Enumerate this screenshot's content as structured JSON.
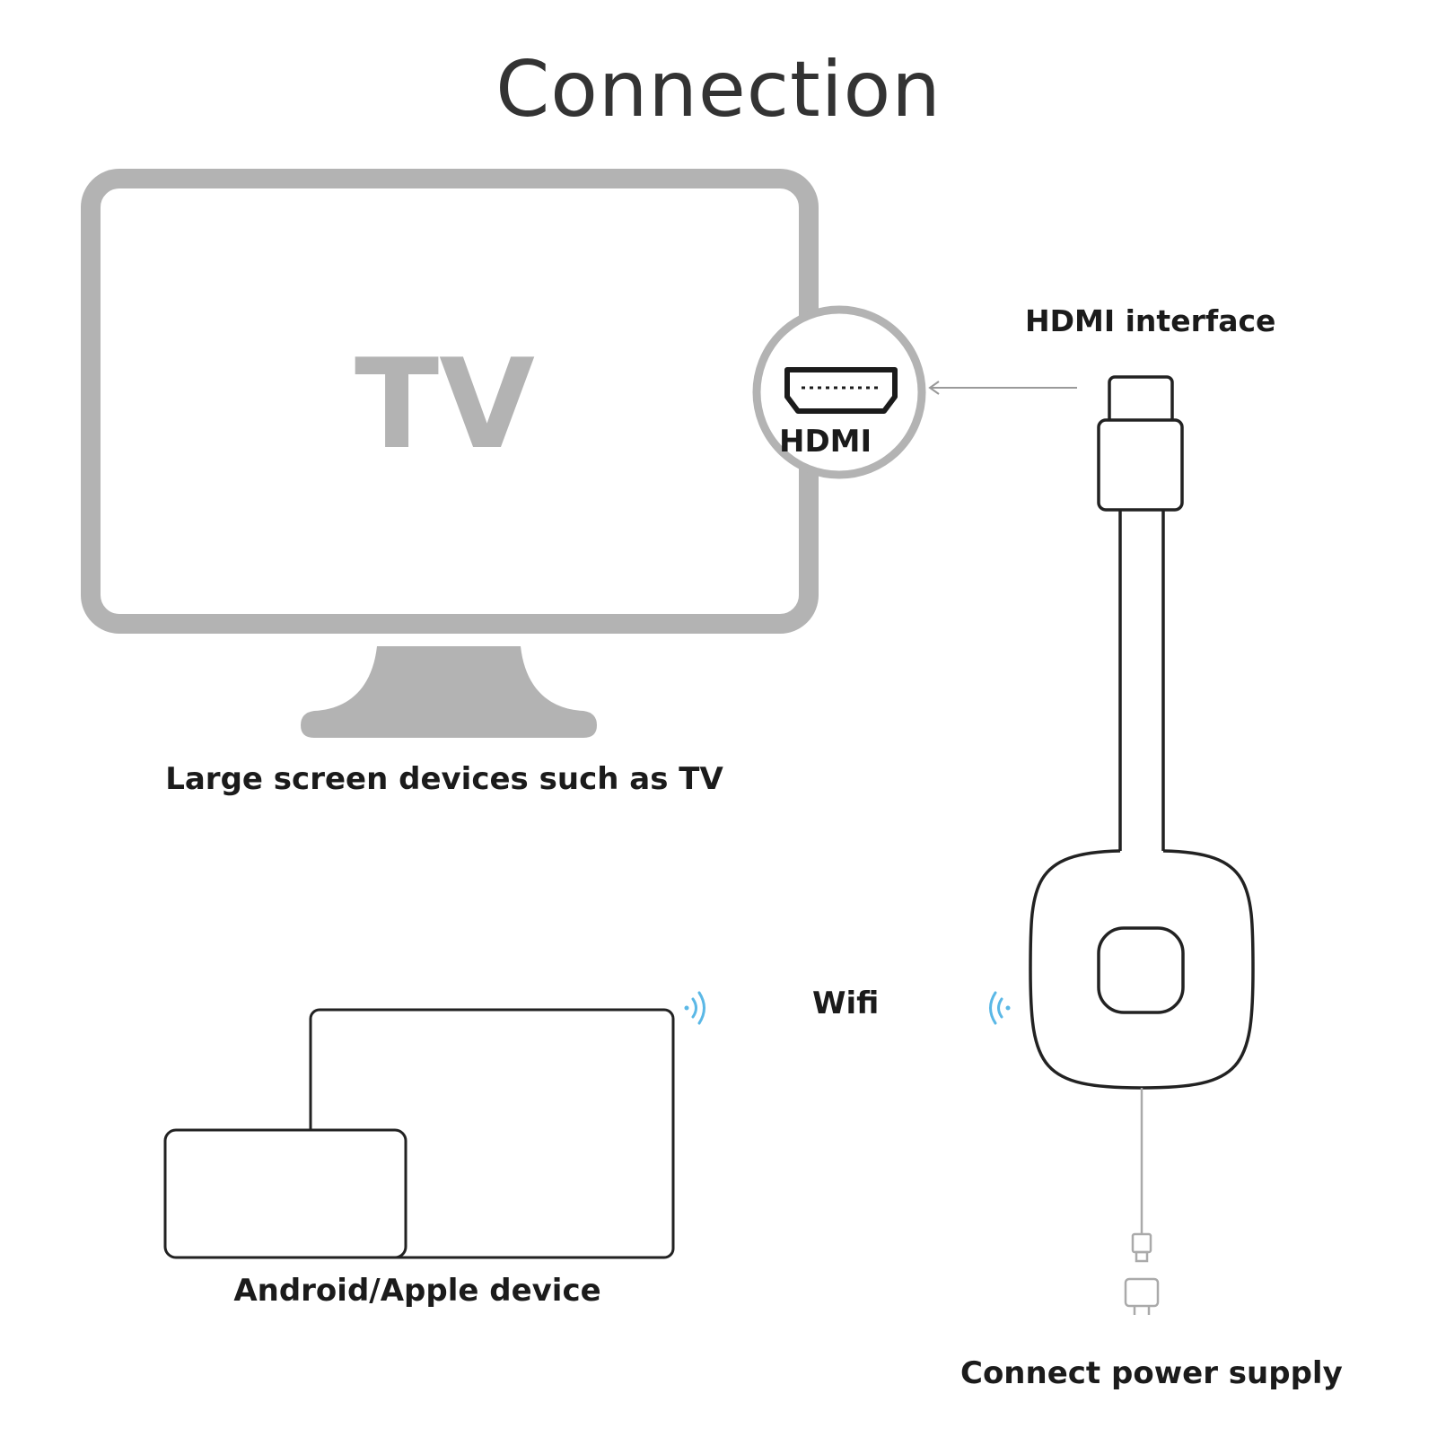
{
  "title": "Connection",
  "tv": {
    "screen_text": "TV",
    "caption": "Large screen devices such as TV"
  },
  "hdmi_badge": {
    "label": "HDMI",
    "icon": "hdmi-port-icon"
  },
  "dongle": {
    "interface_label": "HDMI interface",
    "power_caption": "Connect power supply"
  },
  "wifi": {
    "label": "Wifi",
    "icon": "wifi-signal-icon"
  },
  "mobile": {
    "caption": "Android/Apple device"
  },
  "colors": {
    "tv_gray": "#b3b3b3",
    "line_dark": "#222222",
    "signal_blue": "#5bb8e6",
    "arrow_gray": "#9a9a9a"
  }
}
